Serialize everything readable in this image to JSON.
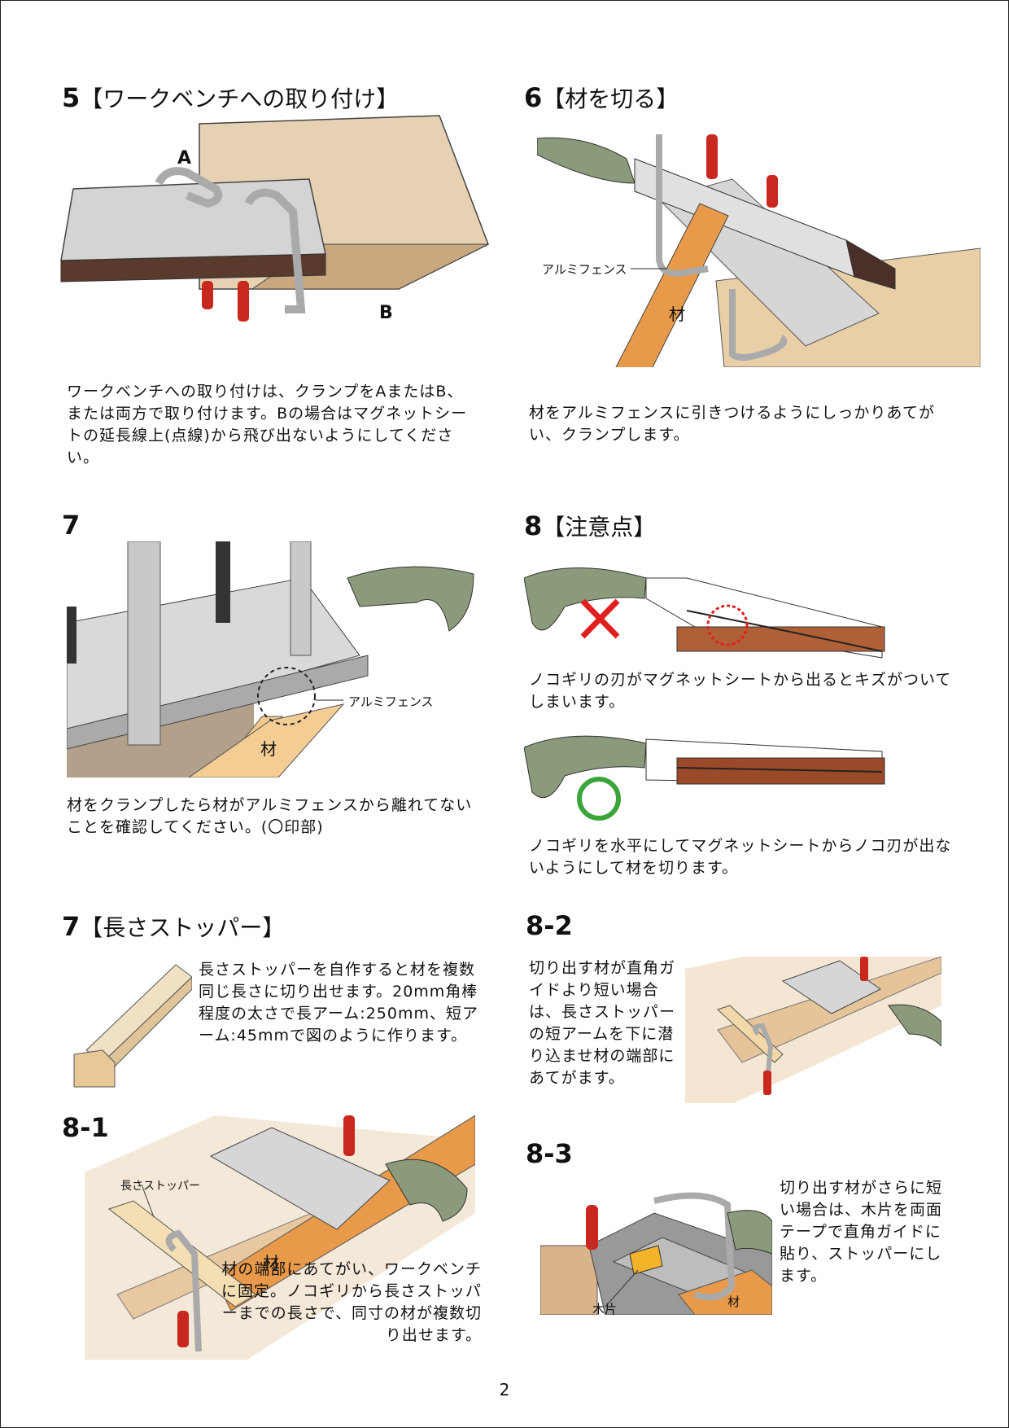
{
  "s5": {
    "num": "5",
    "title": "【ワークベンチへの取り付け】",
    "label_a": "A",
    "label_b": "B",
    "text": "ワークベンチへの取り付けは、クランプをAまたはB、または両方で取り付けます。Bの場合はマグネットシートの延長線上(点線)から飛び出ないようにしてください。"
  },
  "s6": {
    "num": "6",
    "title": "【材を切る】",
    "fence_label": "アルミフェンス",
    "wood_label": "材",
    "text": "材をアルミフェンスに引きつけるようにしっかりあてがい、クランプします。"
  },
  "s7": {
    "num": "7",
    "fence_label": "アルミフェンス",
    "wood_label": "材",
    "text": "材をクランプしたら材がアルミフェンスから離れてないことを確認してください。(〇印部)"
  },
  "s8": {
    "num": "8",
    "title": "【注意点】",
    "text_bad": "ノコギリの刃がマグネットシートから出るとキズがついてしまいます。",
    "text_good": "ノコギリを水平にしてマグネットシートからノコ刃が出ないようにして材を切ります。"
  },
  "s7b": {
    "num": "7",
    "title": "【長さストッパー】",
    "text": "長さストッパーを自作すると材を複数同じ長さに切り出せます。20mm角棒程度の太さで長アーム:250mm、短アーム:45mmで図のように作ります。"
  },
  "s81": {
    "num": "8-1",
    "stopper_label": "長さストッパー",
    "wood_label": "材",
    "text": "材の端部にあてがい、ワークベンチに固定。ノコギリから長さストッパーまでの長さで、同寸の材が複数切り出せます。"
  },
  "s82": {
    "num": "8-2",
    "text": "切り出す材が直角ガイドより短い場合は、長さストッパーの短アームを下に潜り込ませ材の端部にあてがます。"
  },
  "s83": {
    "num": "8-3",
    "piece_label": "木片",
    "wood_label": "材",
    "text": "切り出す材がさらに短い場合は、木片を両面テープで直角ガイドに貼り、ストッパーにします。"
  },
  "page_number": "2",
  "colors": {
    "wood": "#d9b48a",
    "wood_orange": "#e89a4a",
    "handle_green": "#8a9a7a",
    "clamp_red": "#c8281e",
    "metal": "#cfcfcf",
    "blade_brown": "#6b3a26",
    "cross_red": "#e02020",
    "circle_green": "#3aa63a"
  }
}
